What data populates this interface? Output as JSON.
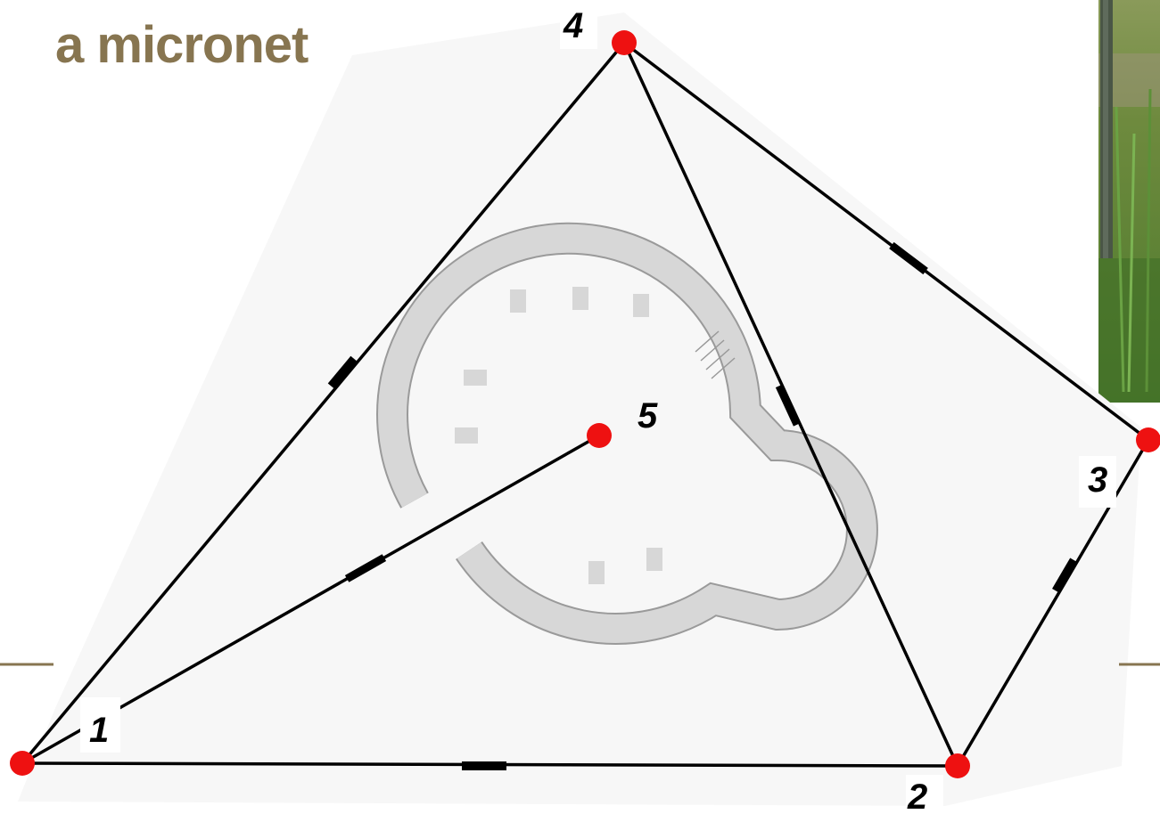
{
  "slide": {
    "title": "a micronet",
    "accent_color": "#877550"
  },
  "diagram": {
    "node_color": "#ee1111",
    "line_color": "#000000",
    "nodes": [
      {
        "id": "1",
        "label": "1"
      },
      {
        "id": "2",
        "label": "2"
      },
      {
        "id": "3",
        "label": "3"
      },
      {
        "id": "4",
        "label": "4"
      },
      {
        "id": "5",
        "label": "5"
      }
    ],
    "edges": [
      [
        "1",
        "4"
      ],
      [
        "4",
        "2"
      ],
      [
        "4",
        "3"
      ],
      [
        "3",
        "2"
      ],
      [
        "1",
        "2"
      ],
      [
        "1",
        "5"
      ]
    ]
  }
}
